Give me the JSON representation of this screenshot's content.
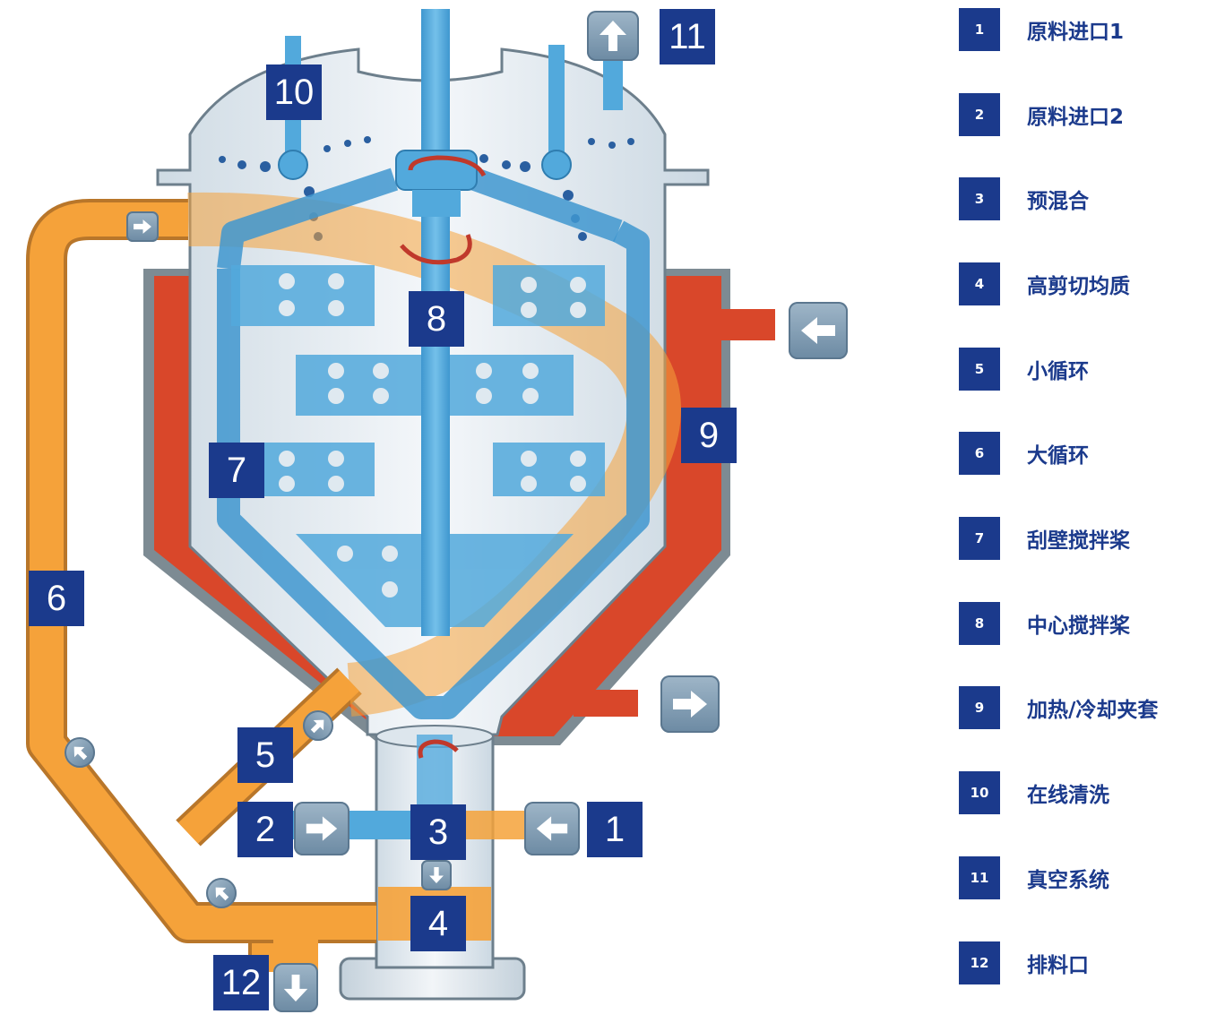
{
  "colors": {
    "badge": "#1b3a8c",
    "legend_text": "#1b3a8c",
    "jacket": "#d9472a",
    "vessel": "#e8eef3",
    "flow_blue": "#52a9dc",
    "flow_orange": "#f5a23a",
    "arrow_button": "#7f9bb2",
    "rotation_arrow": "#c0392b"
  },
  "diagram": {
    "markers": [
      "1",
      "2",
      "3",
      "4",
      "5",
      "6",
      "7",
      "8",
      "9",
      "10",
      "11",
      "12"
    ]
  },
  "legend": {
    "items": [
      {
        "num": "1",
        "label": "原料进口1"
      },
      {
        "num": "2",
        "label": "原料进口2"
      },
      {
        "num": "3",
        "label": "预混合"
      },
      {
        "num": "4",
        "label": "高剪切均质"
      },
      {
        "num": "5",
        "label": "小循环"
      },
      {
        "num": "6",
        "label": "大循环"
      },
      {
        "num": "7",
        "label": "刮壁搅拌桨"
      },
      {
        "num": "8",
        "label": "中心搅拌桨"
      },
      {
        "num": "9",
        "label": "加热/冷却夹套"
      },
      {
        "num": "10",
        "label": "在线清洗"
      },
      {
        "num": "11",
        "label": "真空系统"
      },
      {
        "num": "12",
        "label": "排料口"
      }
    ]
  }
}
